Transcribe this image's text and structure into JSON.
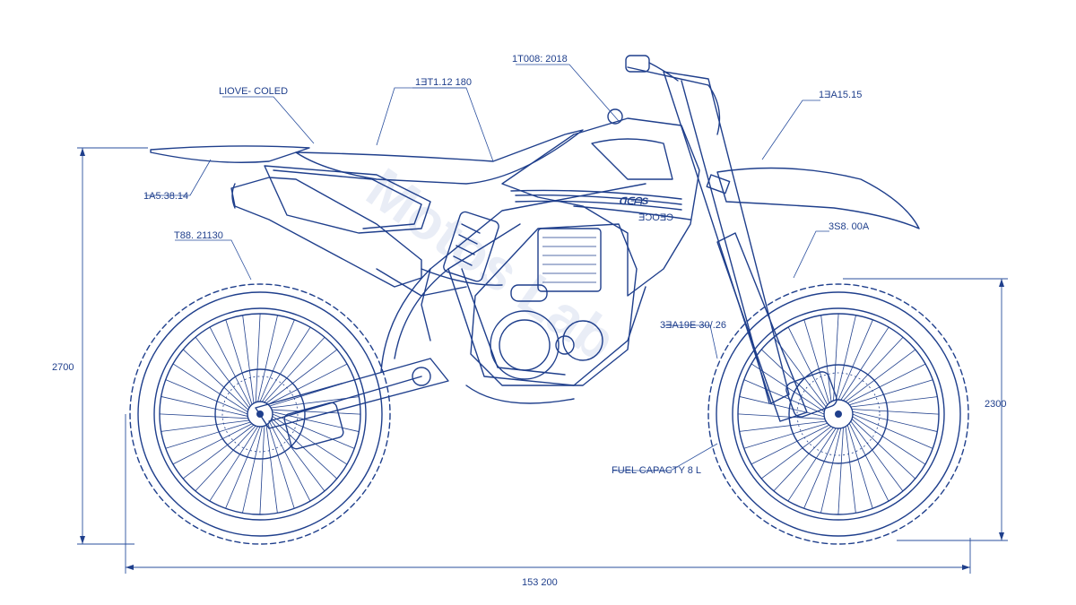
{
  "callouts": {
    "liquid_cooled": "LIOVE- COLED",
    "seat": "1ƎT1.12 180",
    "fuel_tank": "1T008: 2018",
    "front_fender": "1ƎA15.15",
    "rear_fender": "1A5.38.14",
    "rear_shock": "T88. 21130",
    "fork": "3S8. 00A",
    "engine": "3ƎA19E 30/.26",
    "fuel_capacity": "FUEL CAPACTY 8 L"
  },
  "dimensions": {
    "overall_height": "2700",
    "wheel_height": "2300",
    "overall_length": "153 200"
  },
  "graphics": {
    "tank_decal": "ᗡᕮᗩS",
    "tank_subdecal": "ƎƆOƎƆ"
  },
  "watermark": "Motos Lab",
  "colors": {
    "ink": "#1f3f8c",
    "background": "#ffffff"
  }
}
